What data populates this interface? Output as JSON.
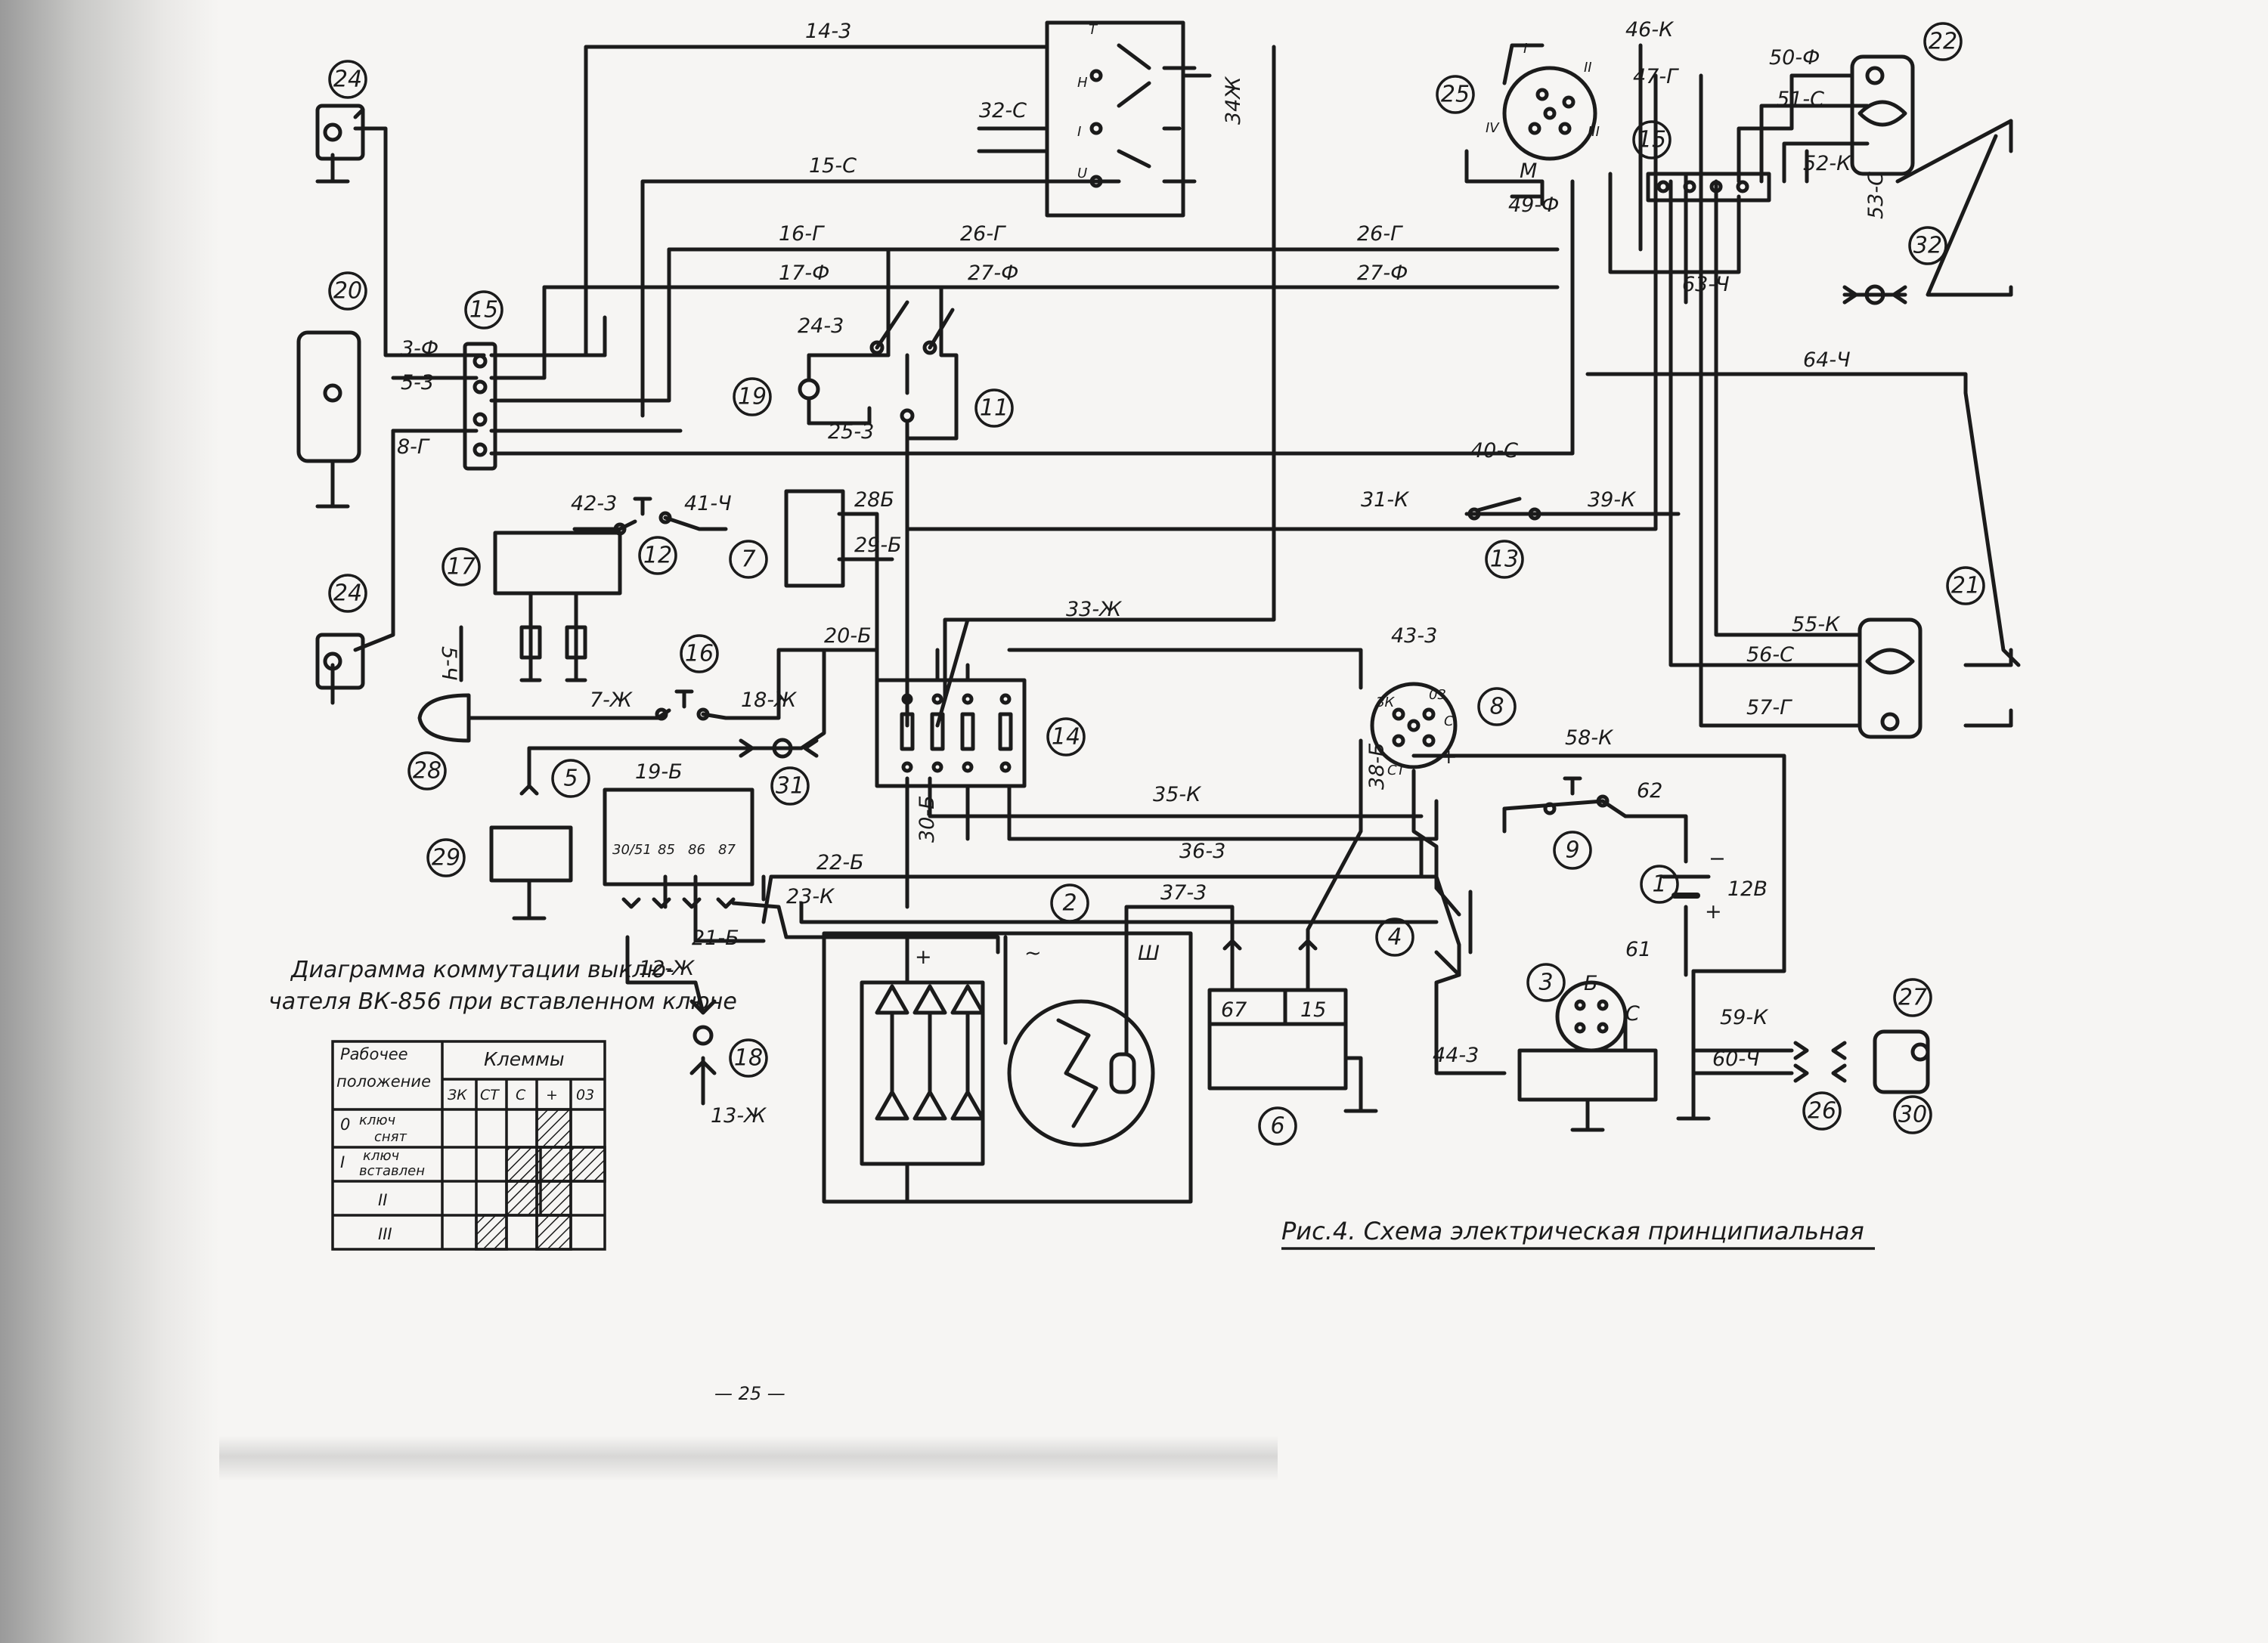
{
  "caption": "Рис.4. Схема электрическая принципиальная",
  "page_number": "— 25 —",
  "table_title": [
    "Диаграмма коммутации выклю-",
    "чателя ВК-856 при вставленном ключе"
  ],
  "table_header": {
    "col1": [
      "Рабочее",
      "положение"
    ],
    "group": "Клеммы",
    "terminals": [
      "ЗК",
      "СТ",
      "С",
      "+",
      "03"
    ]
  },
  "table_rows": [
    {
      "position": "0",
      "note": [
        "ключ",
        "снят"
      ]
    },
    {
      "position": "I",
      "note": [
        "ключ",
        "вставлен"
      ]
    },
    {
      "position": "II",
      "note": []
    },
    {
      "position": "III",
      "note": []
    }
  ],
  "component_numbers": [
    "1",
    "2",
    "3",
    "4",
    "5",
    "6",
    "7",
    "8",
    "9",
    "11",
    "12",
    "13",
    "14",
    "15",
    "16",
    "17",
    "18",
    "19",
    "20",
    "21",
    "22",
    "24",
    "25",
    "26",
    "27",
    "28",
    "29",
    "30",
    "31",
    "32"
  ],
  "wire_labels": [
    "14-3",
    "15-С",
    "16-Г",
    "17-Ф",
    "26-Г",
    "27-Ф",
    "24-3",
    "25-3",
    "3-Ф",
    "5-3",
    "8-Г",
    "32-С",
    "34Ж",
    "42-3",
    "41-Ч",
    "28Б",
    "29-Б",
    "33-Ж",
    "20-Б",
    "5-Ч",
    "7-Ж",
    "18-Ж",
    "19-Б",
    "30-Б",
    "22-Б",
    "23-К",
    "21-Б",
    "12-Ж",
    "13-Ж",
    "37-3",
    "36-3",
    "35-К",
    "43-3",
    "38-Б",
    "58-К",
    "62",
    "61",
    "59-К",
    "60-Ч",
    "44-3",
    "31-К",
    "39-К",
    "40-С",
    "64-Ч",
    "63-Ч",
    "55-К",
    "56-С",
    "57-Г",
    "46-К",
    "47-Г",
    "49-Ф",
    "50-Ф",
    "51-С",
    "52-К",
    "53-С"
  ],
  "terminal_labels": {
    "switch8": [
      "ЗК",
      "03",
      "С",
      "СТ",
      "+"
    ],
    "starter3": [
      "Б",
      "С"
    ],
    "regulator6": [
      "67",
      "15"
    ],
    "relay": [
      "30/51",
      "85",
      "86",
      "87"
    ],
    "generator": [
      "+",
      "~",
      "Ш"
    ],
    "battery": [
      "−",
      "+",
      "12В"
    ],
    "switch10": [
      "T",
      "H",
      "I",
      "U"
    ],
    "switch25": [
      "I",
      "II",
      "III",
      "IV",
      "M"
    ]
  }
}
